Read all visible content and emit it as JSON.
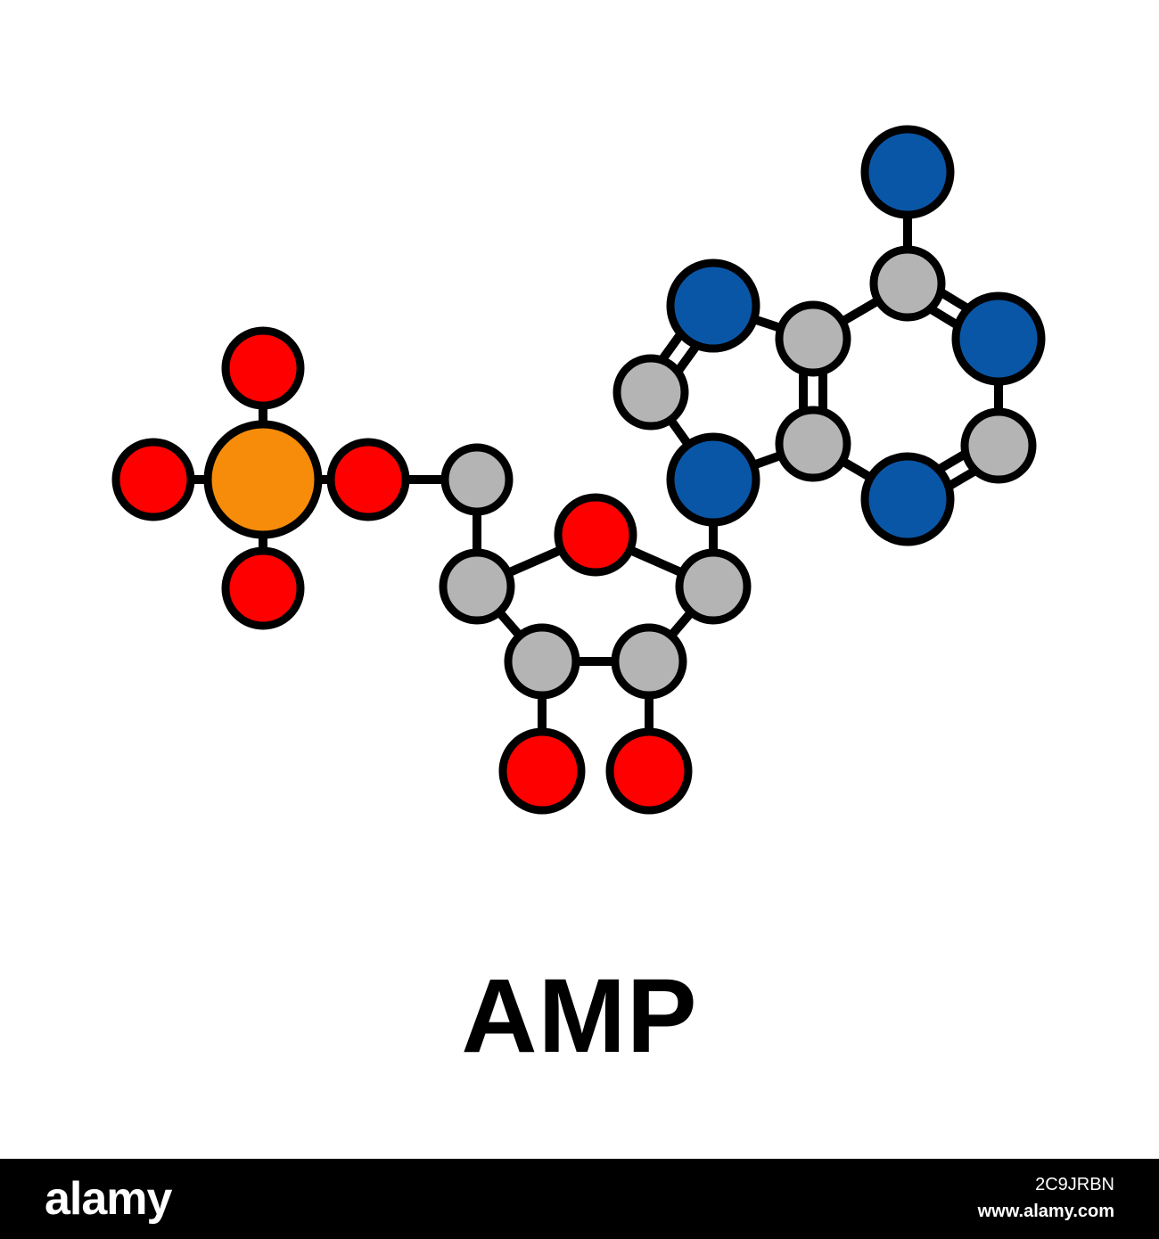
{
  "diagram": {
    "molecule_name": "AMP",
    "element_colors": {
      "carbon": "#b4b4b4",
      "nitrogen": "#0a56a6",
      "oxygen": "#ff0000",
      "phosphorus": "#f68c0a"
    },
    "bond_color": "#000000",
    "atoms": [
      {
        "id": "P",
        "element": "phosphorus"
      },
      {
        "id": "O1",
        "element": "oxygen"
      },
      {
        "id": "O2",
        "element": "oxygen"
      },
      {
        "id": "O3",
        "element": "oxygen"
      },
      {
        "id": "O5p",
        "element": "oxygen"
      },
      {
        "id": "C5p",
        "element": "carbon"
      },
      {
        "id": "C4p",
        "element": "carbon"
      },
      {
        "id": "O4p",
        "element": "oxygen"
      },
      {
        "id": "C1p",
        "element": "carbon"
      },
      {
        "id": "C3p",
        "element": "carbon"
      },
      {
        "id": "C2p",
        "element": "carbon"
      },
      {
        "id": "O3p",
        "element": "oxygen"
      },
      {
        "id": "O2p",
        "element": "oxygen"
      },
      {
        "id": "N9",
        "element": "nitrogen"
      },
      {
        "id": "C8",
        "element": "carbon"
      },
      {
        "id": "N7",
        "element": "nitrogen"
      },
      {
        "id": "C5",
        "element": "carbon"
      },
      {
        "id": "C4",
        "element": "carbon"
      },
      {
        "id": "C6",
        "element": "carbon"
      },
      {
        "id": "N6",
        "element": "nitrogen"
      },
      {
        "id": "N1",
        "element": "nitrogen"
      },
      {
        "id": "C2",
        "element": "carbon"
      },
      {
        "id": "N3",
        "element": "nitrogen"
      }
    ],
    "bonds": [
      {
        "a": "P",
        "b": "O1",
        "order": 1
      },
      {
        "a": "P",
        "b": "O2",
        "order": 1
      },
      {
        "a": "P",
        "b": "O3",
        "order": 1
      },
      {
        "a": "P",
        "b": "O5p",
        "order": 1
      },
      {
        "a": "O5p",
        "b": "C5p",
        "order": 1
      },
      {
        "a": "C5p",
        "b": "C4p",
        "order": 1
      },
      {
        "a": "C4p",
        "b": "O4p",
        "order": 1
      },
      {
        "a": "O4p",
        "b": "C1p",
        "order": 1
      },
      {
        "a": "C1p",
        "b": "C2p",
        "order": 1
      },
      {
        "a": "C2p",
        "b": "C3p",
        "order": 1
      },
      {
        "a": "C3p",
        "b": "C4p",
        "order": 1
      },
      {
        "a": "C3p",
        "b": "O3p",
        "order": 1
      },
      {
        "a": "C2p",
        "b": "O2p",
        "order": 1
      },
      {
        "a": "C1p",
        "b": "N9",
        "order": 1
      },
      {
        "a": "N9",
        "b": "C8",
        "order": 1
      },
      {
        "a": "C8",
        "b": "N7",
        "order": 2
      },
      {
        "a": "N7",
        "b": "C5",
        "order": 1
      },
      {
        "a": "C5",
        "b": "C4",
        "order": 2
      },
      {
        "a": "C4",
        "b": "N9",
        "order": 1
      },
      {
        "a": "C5",
        "b": "C6",
        "order": 1
      },
      {
        "a": "C6",
        "b": "N6",
        "order": 1
      },
      {
        "a": "C6",
        "b": "N1",
        "order": 2
      },
      {
        "a": "N1",
        "b": "C2",
        "order": 1
      },
      {
        "a": "C2",
        "b": "N3",
        "order": 2
      },
      {
        "a": "N3",
        "b": "C4",
        "order": 1
      }
    ]
  },
  "footer": {
    "logo_text": "alamy",
    "image_id": "2C9JRBN",
    "site_url": "www.alamy.com"
  }
}
